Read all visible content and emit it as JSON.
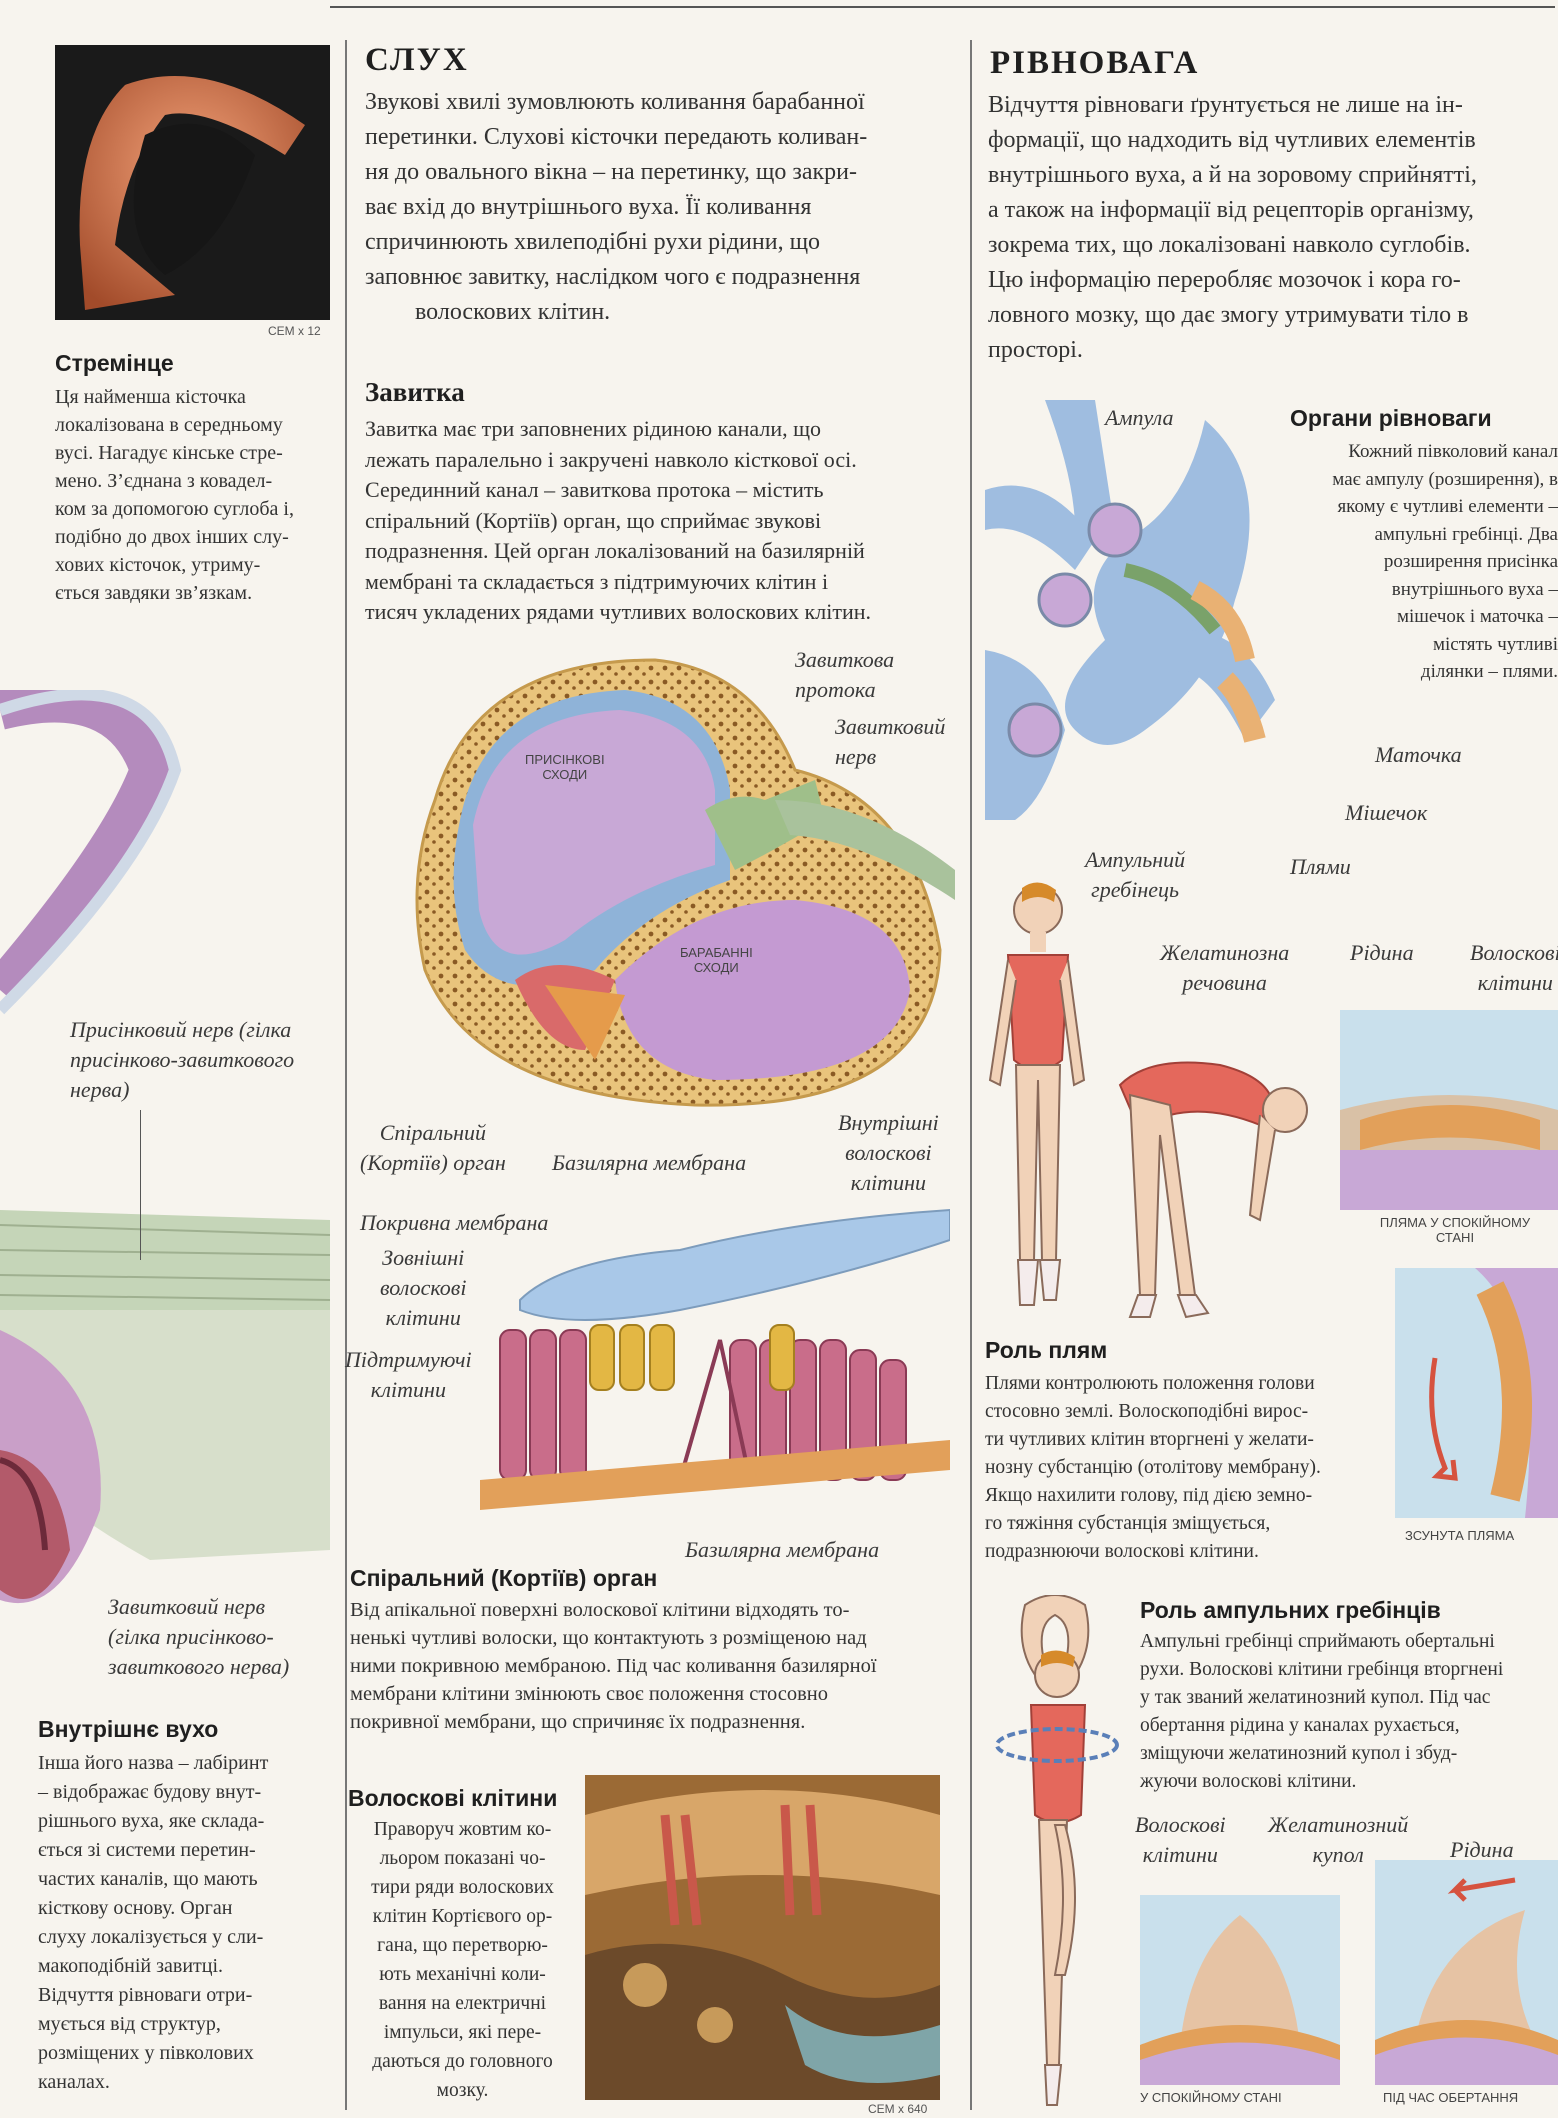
{
  "stirrup": {
    "photo_caption": "СЕМ х 12",
    "title": "Стремінце",
    "lines": [
      "Ця найменша кісточка",
      "локалізована в середньому",
      "вусі. Нагадує кінське стре-",
      "мено. З’єднана з ковадел-",
      "ком за допомогою суглоба і,",
      "подібно до двох інших слу-",
      "хових кісточок, утриму-",
      "ється завдяки зв’язкам."
    ]
  },
  "hearing": {
    "title": "СЛУХ",
    "lines": [
      "Звукові хвилі зумовлюють коливання барабанної",
      "перетинки. Слухові кісточки передають коливан-",
      "ня до овального вікна – на перетинку, що закри-",
      "ває вхід до внутрішнього вуха. Її коливання",
      "спричинюють хвилеподібні рухи рідини, що",
      "заповнює завитку, наслідком чого є подразнення",
      "волоскових клітин."
    ]
  },
  "cochlea": {
    "title": "Завитка",
    "lines": [
      "Завитка має три заповнених рідиною канали, що",
      "лежать паралельно і закручені навколо кісткової осі.",
      "Серединний канал – завиткова протока – містить",
      "спіральний (Кортіїв) орган, що сприймає звукові",
      "подразнення. Цей орган локалізований на базилярній",
      "мембрані та складається з підтримуючих клітин і",
      "тисяч укладених рядами чутливих волоскових клітин."
    ],
    "labels": {
      "vestibular_scala_1": "ПРИСІНКОВІ",
      "vestibular_scala_2": "СХОДИ",
      "tympanic_scala_1": "БАРАБАННІ",
      "tympanic_scala_2": "СХОДИ",
      "duct_1": "Завиткова",
      "duct_2": "протока",
      "nerve_1": "Завитковий",
      "nerve_2": "нерв",
      "spiral_1": "Спіральний",
      "spiral_2": "(Кортіїв) орган",
      "basilar": "Базилярна мембрана",
      "inner_1": "Внутрішні",
      "inner_2": "волоскові",
      "inner_3": "клітини"
    }
  },
  "organ_corti": {
    "labels": {
      "tectorial": "Покривна мембрана",
      "outer_1": "Зовнішні",
      "outer_2": "волоскові",
      "outer_3": "клітини",
      "support_1": "Підтримуючі",
      "support_2": "клітини",
      "basilar": "Базилярна мембрана"
    },
    "title": "Спіральний (Кортіїв) орган",
    "lines": [
      "Від апікальної поверхні волоскової клітини відходять то-",
      "ненькі чутливі волоски, що контактують з розміщеною над",
      "ними покривною мембраною. Під час коливання базилярної",
      "мембрани клітини змінюють своє положення стосовно",
      "покривної мембрани, що спричиняє їх подразнення."
    ]
  },
  "hair_cells": {
    "title": "Волоскові клітини",
    "lines": [
      "Праворуч жовтим ко-",
      "льором показані чо-",
      "тири ряди волоскових",
      "клітин Кортієвого ор-",
      "гана, що перетворю-",
      "ють механічні коли-",
      "вання на електричні",
      "імпульси, які пере-",
      "даються до головного",
      "мозку."
    ],
    "photo_caption": "СЕМ х 640"
  },
  "left_labels": {
    "vestibular_nerve": [
      "Присінковий нерв (гілка",
      "присінково-завиткового",
      "нерва)"
    ],
    "cochlear_nerve": [
      "Завитковий нерв",
      "(гілка присінково-",
      "завиткового нерва)"
    ]
  },
  "inner_ear": {
    "title": "Внутрішнє вухо",
    "lines": [
      "Інша його назва – лабіринт",
      "– відображає будову внут-",
      "рішнього вуха, яке склада-",
      "ється зі системи перетин-",
      "частих каналів, що мають",
      "кісткову основу. Орган",
      "слуху локалізується у сли-",
      "макоподібній завитці.",
      "Відчуття рівноваги отри-",
      "мується від структур,",
      "розміщених у півколових",
      "каналах."
    ]
  },
  "balance": {
    "title": "РІВНОВАГА",
    "lines": [
      "Відчуття рівноваги ґрунтується не лише на ін-",
      "формації, що надходить від чутливих елементів",
      "внутрішнього вуха, а й на зоровому сприйнятті,",
      "а також на інформації від рецепторів організму,",
      "зокрема тих, що локалізовані навколо суглобів.",
      "Цю інформацію переробляє мозочок і кора го-",
      "ловного мозку, що дає змогу утримувати тіло в",
      "просторі."
    ],
    "diagram_labels": {
      "ampulla": "Ампула",
      "utricle": "Маточка",
      "saccule": "Мішечок",
      "crista_1": "Ампульний",
      "crista_2": "гребінець",
      "maculae": "Плями"
    },
    "organs_title": "Органи рівноваги",
    "organs_lines": [
      "Кожний півколовий канал",
      "має ампулу (розширення), в",
      "якому є чутливі елементи –",
      "ампульні гребінці. Два",
      "розширення присінка",
      "внутрішнього вуха –",
      "мішечок і маточка –",
      "містять чутливі",
      "ділянки – плями."
    ]
  },
  "maculae": {
    "labels": {
      "gel_1": "Желатинозна",
      "gel_2": "речовина",
      "fluid": "Рідина",
      "hair_1": "Волоскові",
      "hair_2": "клітини",
      "rest": "ПЛЯМА У СПОКІЙНОМУ",
      "rest_2": "СТАНІ",
      "shifted": "ЗСУНУТА ПЛЯМА"
    },
    "title": "Роль плям",
    "lines": [
      "Плями контролюють положення голови",
      "стосовно землі. Волоскоподібні вирос-",
      "ти чутливих клітин вторгнені у желати-",
      "нозну субстанцію (отолітову мембрану).",
      "Якщо нахилити голову, під дією земно-",
      "го тяжіння субстанція зміщується,",
      "подразнюючи волоскові клітини."
    ]
  },
  "cristae": {
    "title": "Роль ампульних гребінців",
    "lines": [
      "Ампульні гребінці сприймають обертальні",
      "рухи. Волоскові клітини гребінця вторгнені",
      "у так званий желатинозний купол. Під час",
      "обертання рідина у каналах рухається,",
      "зміщуючи желатинозний купол і збуд-",
      "жуючи волоскові клітини."
    ],
    "labels": {
      "hair_1": "Волоскові",
      "hair_2": "клітини",
      "cupula_1": "Желатинозний",
      "cupula_2": "купол",
      "fluid": "Рідина",
      "rest": "У СПОКІЙНОМУ СТАНІ",
      "rotating": "ПІД ЧАС ОБЕРТАННЯ"
    }
  },
  "colors": {
    "paper": "#f7f4ee",
    "bone": "#e8c27a",
    "purple": "#b48bbd",
    "blue": "#8fb3d8",
    "pink": "#d9788a",
    "green": "#7a9a6a",
    "swimsuit": "#e4685c"
  }
}
